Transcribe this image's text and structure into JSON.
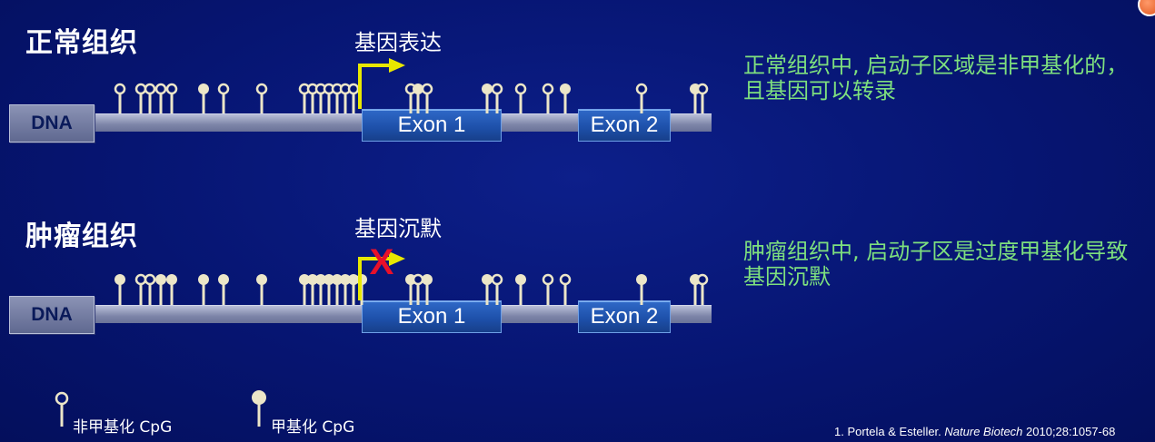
{
  "normal": {
    "title": "正常组织",
    "expression_label": "基因表达",
    "dna_label": "DNA",
    "exon1": "Exon 1",
    "exon2": "Exon 2",
    "description": "正常组织中, 启动子区域是非甲基化的，且基因可以转录",
    "cpg": [
      "open",
      "open",
      "open",
      "open",
      "open",
      "filled",
      "open",
      "open",
      "open",
      "open",
      "open",
      "open",
      "open",
      "open",
      "open",
      "open",
      "filled",
      "open",
      "filled",
      "open",
      "open",
      "open",
      "filled",
      "open",
      "filled",
      "open"
    ]
  },
  "tumor": {
    "title": "肿瘤组织",
    "expression_label": "基因沉默",
    "dna_label": "DNA",
    "exon1": "Exon 1",
    "exon2": "Exon 2",
    "description": "肿瘤组织中, 启动子区是过度甲基化导致基因沉默",
    "blocked_mark": "X",
    "cpg": [
      "filled",
      "open",
      "open",
      "filled",
      "filled",
      "filled",
      "filled",
      "filled",
      "filled",
      "filled",
      "filled",
      "filled",
      "filled",
      "filled",
      "filled",
      "filled",
      "filled",
      "open",
      "filled",
      "filled",
      "open",
      "filled",
      "open",
      "open",
      "filled",
      "filled",
      "open"
    ]
  },
  "legend": {
    "unmethylated": "非甲基化 CpG",
    "methylated": "甲基化 CpG"
  },
  "citation": {
    "prefix": "1. Portela & Esteller. ",
    "journal": "Nature Biotech",
    "suffix": " 2010;28:1057-68"
  },
  "colors": {
    "background": "#061572",
    "arrow": "#e8e800",
    "blocked_x": "#e8102a",
    "cpg_fill": "#ece6c8",
    "description_text": "#7ee07e",
    "exon": "#1d4fa8"
  }
}
